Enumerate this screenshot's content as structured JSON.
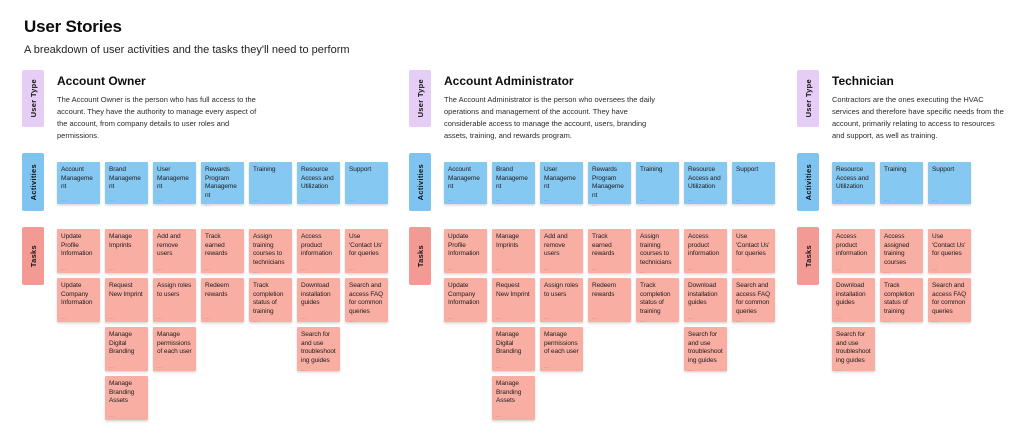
{
  "page": {
    "title": "User Stories",
    "subtitle": "A breakdown of user activities and the tasks they'll need to perform"
  },
  "row_labels": {
    "user_type": "User Type",
    "activities": "Activities",
    "tasks": "Tasks"
  },
  "sticky_footer": "....",
  "colors": {
    "activity_sticky_blue": "#85C8F2",
    "activities_label_blue": "#7FC4F0",
    "task_sticky_salmon": "#F9AEA4",
    "tasks_label_salmon": "#F49A94",
    "user_type_label_purple": "#E5CDF6",
    "text_dark": "#111111",
    "background": "#FFFFFF"
  },
  "sections": [
    {
      "name": "Account Owner",
      "description": "The Account Owner is the person who has full access to the account. They have the authority to manage every aspect of the account, from company details to user roles and permissions.",
      "columns": [
        {
          "activity": "Account Management",
          "tasks": [
            "Update Profile Information",
            "Update Company Information"
          ]
        },
        {
          "activity": "Brand Management",
          "tasks": [
            "Manage Imprints",
            "Request New Imprint",
            "Manage Digital Branding",
            "Manage Branding Assets"
          ]
        },
        {
          "activity": "User Management",
          "tasks": [
            "Add and remove users",
            "Assign roles to users",
            "Manage permissions of each user"
          ]
        },
        {
          "activity": "Rewards Program Management",
          "tasks": [
            "Track earned rewards",
            "Redeem rewards"
          ]
        },
        {
          "activity": "Training",
          "tasks": [
            "Assign training courses to technicians",
            "Track completion status of training"
          ]
        },
        {
          "activity": "Resource Access and Utilization",
          "tasks": [
            "Access product information",
            "Download installation guides",
            "Search for and use troubleshooting guides"
          ]
        },
        {
          "activity": "Support",
          "tasks": [
            "Use 'Contact Us' for queries",
            "Search and access FAQ for common queries"
          ]
        }
      ]
    },
    {
      "name": "Account Administrator",
      "description": "The Account Administrator is the person who oversees the daily operations and management of the account. They have considerable access to manage the account, users, branding assets, training, and rewards program.",
      "columns": [
        {
          "activity": "Account Management",
          "tasks": [
            "Update Profile Information",
            "Update Company Information"
          ]
        },
        {
          "activity": "Brand Management",
          "tasks": [
            "Manage Imprints",
            "Request New Imprint",
            "Manage Digital Branding",
            "Manage Branding Assets"
          ]
        },
        {
          "activity": "User Management",
          "tasks": [
            "Add and remove users",
            "Assign roles to users",
            "Manage permissions of each user"
          ]
        },
        {
          "activity": "Rewards Program Management",
          "tasks": [
            "Track earned rewards",
            "Redeem rewards"
          ]
        },
        {
          "activity": "Training",
          "tasks": [
            "Assign training courses to technicians",
            "Track completion status of training"
          ]
        },
        {
          "activity": "Resource Access and Utilization",
          "tasks": [
            "Access product information",
            "Download installation guides",
            "Search for and use troubleshooting guides"
          ]
        },
        {
          "activity": "Support",
          "tasks": [
            "Use 'Contact Us' for queries",
            "Search and access FAQ for common queries"
          ]
        }
      ]
    },
    {
      "name": "Technician",
      "description": "Contractors are the ones executing the HVAC services and therefore have specific needs from the account, primarily relating to access to resources and support, as well as training.",
      "columns": [
        {
          "activity": "Resource Access and Utilization",
          "tasks": [
            "Access product information",
            "Download installation guides",
            "Search for and use troubleshooting guides"
          ]
        },
        {
          "activity": "Training",
          "tasks": [
            "Access assigned training courses",
            "Track completion status of training"
          ]
        },
        {
          "activity": "Support",
          "tasks": [
            "Use 'Contact Us' for queries",
            "Search and access FAQ for common queries"
          ]
        }
      ]
    }
  ]
}
